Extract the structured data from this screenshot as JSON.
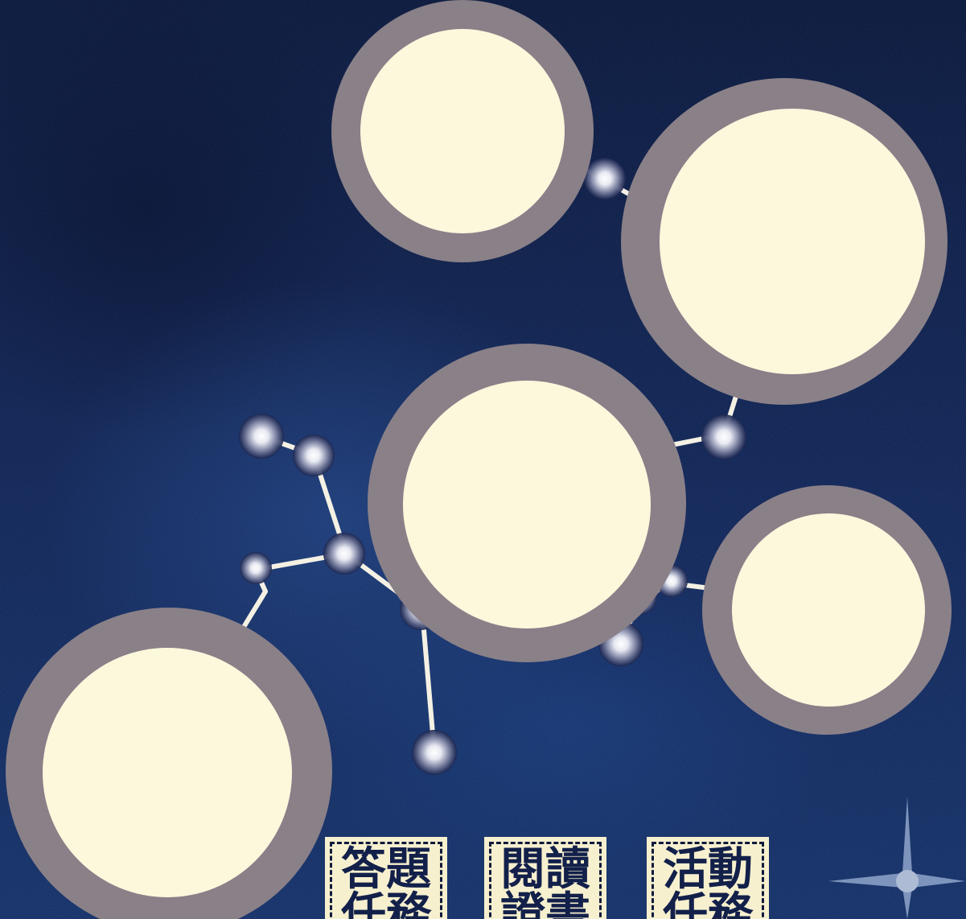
{
  "missions": [
    {
      "label": "答題任務"
    },
    {
      "label": "閱讀證書"
    },
    {
      "label": "活動任務"
    }
  ],
  "colors": {
    "background": "#13285a",
    "circle_ring": "#8a8088",
    "circle_fill": "#fbf8dc",
    "connector_line": "#f4f1e4",
    "star_glow": "#c8cde0",
    "label_bg": "#f7f0cf",
    "label_text": "#12204a"
  },
  "icons": [
    "sparkle-star-icon"
  ]
}
